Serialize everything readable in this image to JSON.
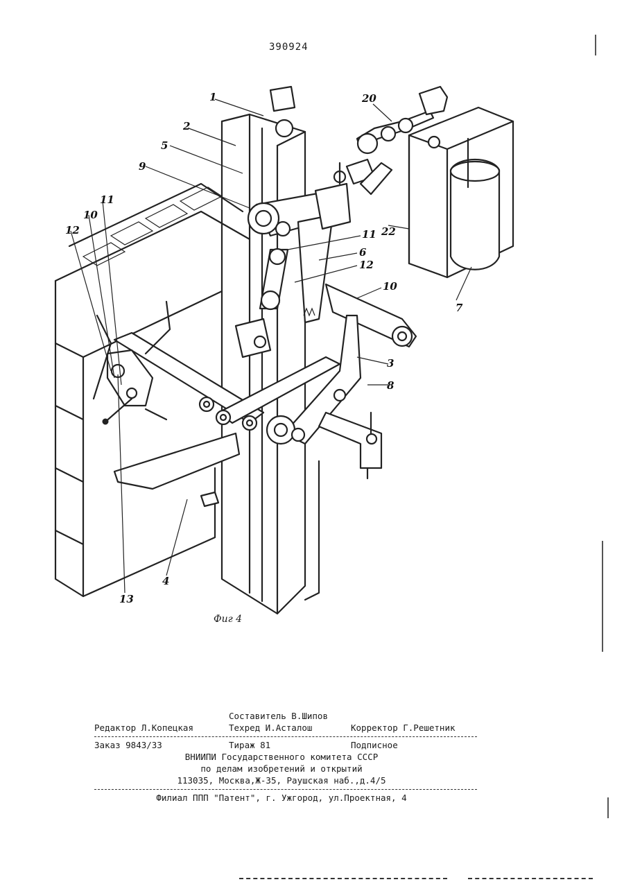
{
  "page": {
    "number": "390924"
  },
  "figure": {
    "caption": "Фиг 4",
    "callouts": [
      "1",
      "2",
      "5",
      "9",
      "20",
      "11",
      "10",
      "12",
      "11",
      "6",
      "12",
      "10",
      "3",
      "8",
      "22",
      "7",
      "4",
      "13"
    ]
  },
  "imprint": {
    "compiler": "Составитель В.Шипов",
    "editor": "Редактор Л.Копецкая",
    "techred": "Техред И.Асталош",
    "corrector": "Корректор Г.Решетник",
    "order": "Заказ 9843/33",
    "circulation": "Тираж 81",
    "subscription": "Подписное",
    "org_line1": "ВНИИПИ Государственного комитета СССР",
    "org_line2": "по делам изобретений и открытий",
    "org_address": "113035, Москва,Ж-35, Раушская наб.,д.4/5",
    "branch": "Филиал ППП \"Патент\", г. Ужгород, ул.Проектная, 4"
  }
}
